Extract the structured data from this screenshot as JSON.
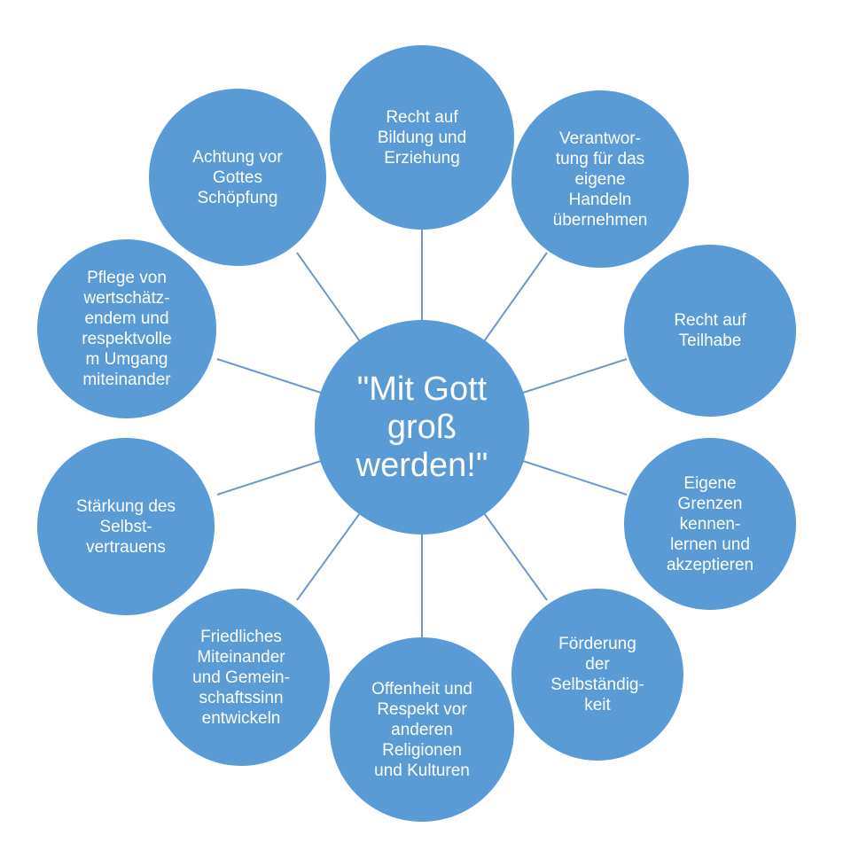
{
  "center": {
    "label": "\"Mit Gott\ngroß\nwerden!\""
  },
  "nodes": [
    {
      "label": "Recht auf\nBildung und\nErziehung"
    },
    {
      "label": "Verantwor-\ntung für das\neigene\nHandeln\nübernehmen"
    },
    {
      "label": "Recht auf\nTeilhabe"
    },
    {
      "label": "Eigene\nGrenzen\nkennen-\nlernen und\nakzeptieren"
    },
    {
      "label": "Förderung\nder\nSelbständig-\nkeit"
    },
    {
      "label": "Offenheit und\nRespekt vor\nanderen\nReligionen\nund Kulturen"
    },
    {
      "label": "Friedliches\nMiteinander\nund Gemein-\nschaftssinn\nentwickeln"
    },
    {
      "label": "Stärkung des\nSelbst-\nvertrauens"
    },
    {
      "label": "Pflege von\nwertschätz-\nendem und\nrespektvolle\nm Umgang\nmiteinander"
    },
    {
      "label": "Achtung vor\nGottes\nSchöpfung"
    }
  ],
  "colors": {
    "node_fill": "#5b9bd5",
    "connector": "#6f97c9",
    "text": "#ffffff"
  }
}
